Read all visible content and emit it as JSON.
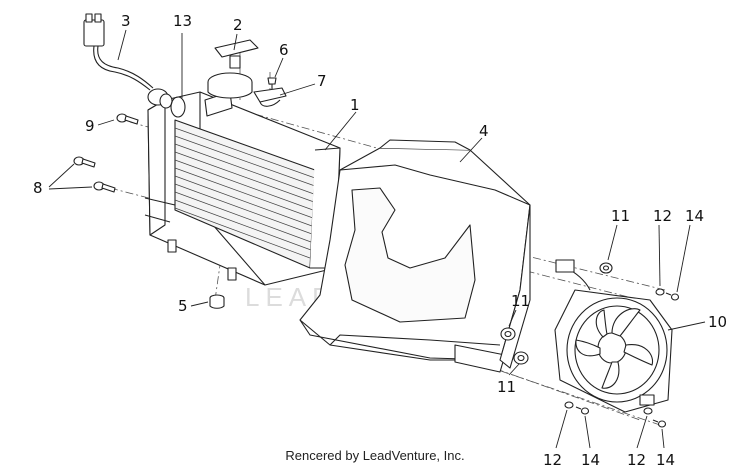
{
  "callouts": {
    "c1": "1",
    "c2": "2",
    "c3": "3",
    "c4": "4",
    "c5": "5",
    "c6": "6",
    "c7": "7",
    "c8": "8",
    "c9": "9",
    "c10": "10",
    "c11a": "11",
    "c11b": "11",
    "c11c": "11",
    "c12a": "12",
    "c12b": "12",
    "c12c": "12",
    "c13": "13",
    "c14a": "14",
    "c14b": "14",
    "c14c": "14"
  },
  "watermark": "LEADVENTURE",
  "footer": "Rencered by LeadVenture, Inc."
}
